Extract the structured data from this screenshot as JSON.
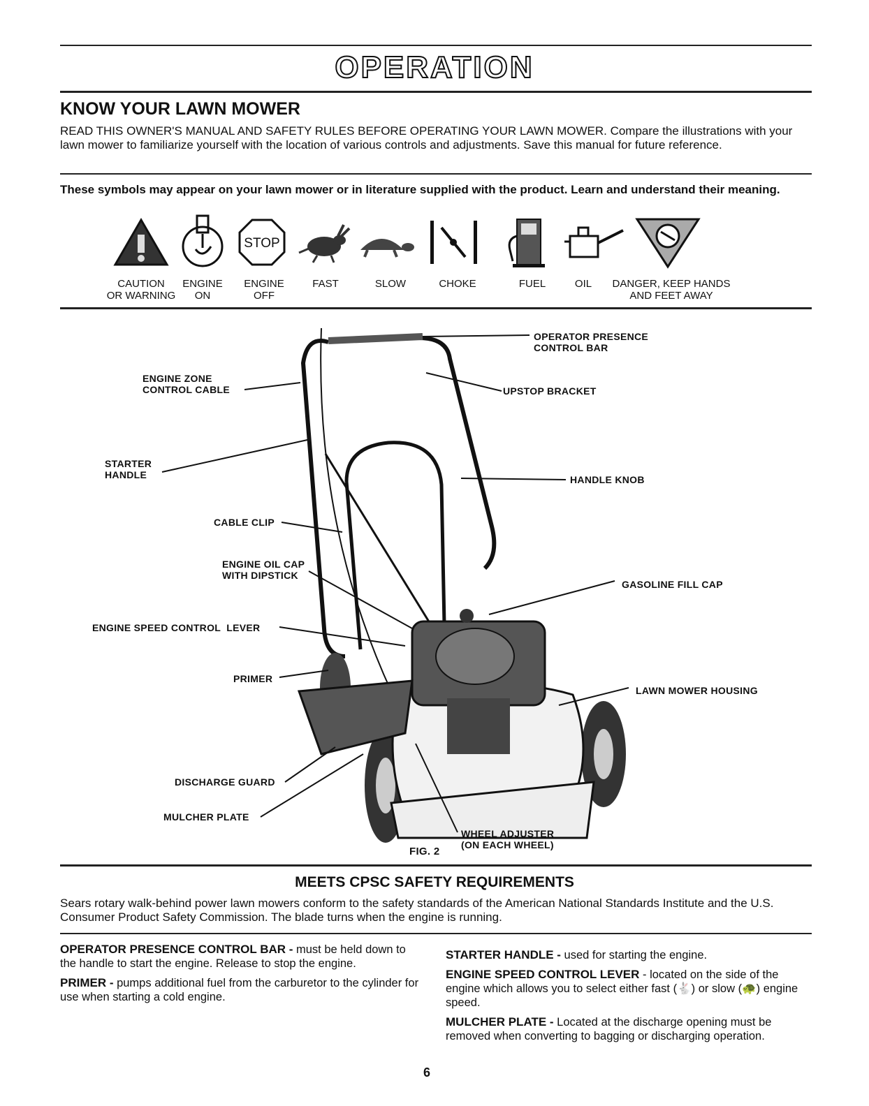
{
  "page": {
    "title": "OPERATION",
    "page_number": "6"
  },
  "know": {
    "heading": "KNOW YOUR LAWN MOWER",
    "intro": "READ THIS OWNER'S MANUAL AND SAFETY RULES BEFORE OPERATING YOUR LAWN MOWER. Compare the illustrations with your lawn mower to familiarize yourself with the location of various controls and adjustments. Save this manual for future reference.",
    "symbols_note": "These symbols may appear on your lawn mower or in literature supplied with the product. Learn and understand their meaning."
  },
  "symbols": [
    {
      "icon": "caution-triangle-icon",
      "label": "CAUTION\nOR WARNING"
    },
    {
      "icon": "engine-on-icon",
      "label": "ENGINE\nON"
    },
    {
      "icon": "engine-off-stop-icon",
      "label": "ENGINE\nOFF",
      "icon_text": "STOP"
    },
    {
      "icon": "rabbit-icon",
      "label": "FAST"
    },
    {
      "icon": "turtle-icon",
      "label": "SLOW"
    },
    {
      "icon": "choke-icon",
      "label": "CHOKE"
    },
    {
      "icon": "fuel-pump-icon",
      "label": "FUEL"
    },
    {
      "icon": "oil-can-icon",
      "label": "OIL"
    },
    {
      "icon": "keep-hands-away-icon",
      "label": "DANGER, KEEP HANDS\nAND FEET AWAY"
    }
  ],
  "figure": {
    "caption": "FIG. 2",
    "callouts": {
      "operator_bar": "OPERATOR PRESENCE\nCONTROL BAR",
      "zone_cable": "ENGINE ZONE\nCONTROL CABLE",
      "upstop": "UPSTOP BRACKET",
      "starter": "STARTER\nHANDLE",
      "handle_knob": "HANDLE KNOB",
      "cable_clip": "CABLE CLIP",
      "oil_cap": "ENGINE OIL CAP\nWITH DIPSTICK",
      "gas_cap": "GASOLINE FILL CAP",
      "speed_lever": "ENGINE SPEED CONTROL  LEVER",
      "primer": "PRIMER",
      "housing": "LAWN MOWER HOUSING",
      "discharge": "DISCHARGE GUARD",
      "mulcher": "MULCHER PLATE",
      "wheel_adj": "WHEEL ADJUSTER\n(ON EACH WHEEL)"
    }
  },
  "cpsc": {
    "heading": "MEETS CPSC SAFETY REQUIREMENTS",
    "text": "Sears rotary walk-behind power lawn mowers conform to the safety standards of the American National Standards Institute and the U.S. Consumer Product Safety Commission. The blade turns when the engine is running."
  },
  "descriptions": {
    "opb_term": "OPERATOR PRESENCE CONTROL BAR -",
    "opb_text": " must be held down to the handle to start the engine. Release to stop the engine.",
    "primer_term": "PRIMER -",
    "primer_text": " pumps additional fuel from the carburetor to the cylinder for use when starting a cold engine.",
    "starter_term": "STARTER HANDLE -",
    "starter_text": " used for starting the engine.",
    "speed_term": "ENGINE SPEED CONTROL LEVER",
    "speed_text_a": " - located on the side of the engine which allows you to select either fast (",
    "speed_text_b": ") or slow (",
    "speed_text_c": ") engine speed.",
    "mulch_term": "MULCHER PLATE -",
    "mulch_text": " Located at the discharge opening must be removed when converting to bagging or discharging operation."
  }
}
